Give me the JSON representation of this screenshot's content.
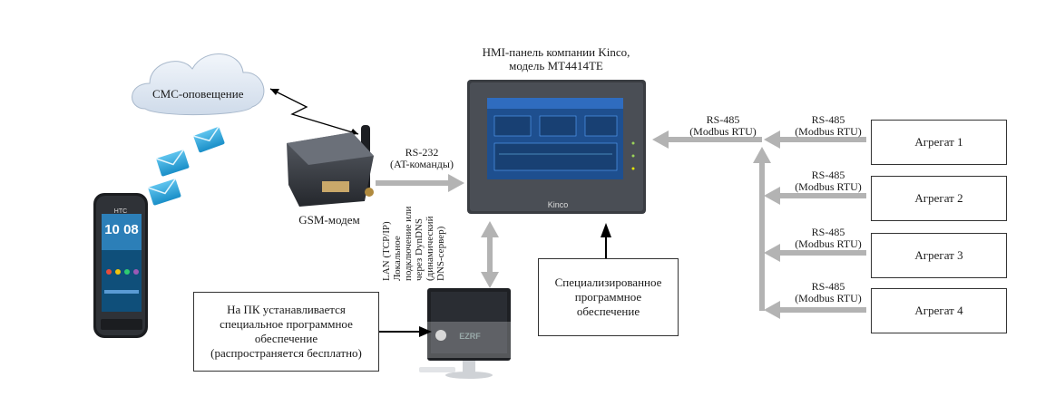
{
  "hmi_title": "HMI-панель компании Kinco,\nмодель MT4414TE",
  "hmi_brand": "Kinco",
  "sms_label": "СМС-оповещение",
  "gsm_label": "GSM-модем",
  "phone_brand": "HTC",
  "phone_time": "10 08",
  "rs232_label": "RS-232\n(AT-команды)",
  "rs485_main_label": "RS-485\n(Modbus RTU)",
  "lan_label": "LAN (TCP/IP)\nЛокальное\nподключение или\nчерез DynDNS\n(динамический\nDNS-сервер)",
  "monitor_brand": "EZRF",
  "pc_box": "На ПК устанавливается\nспециальное программное\nобеспечение\n(распространяется бесплатно)",
  "software_box": "Специализированное\nпрограммное\nобеспечение",
  "units": [
    {
      "label": "Агрегат 1",
      "link": "RS-485\n(Modbus RTU)"
    },
    {
      "label": "Агрегат 2",
      "link": "RS-485\n(Modbus RTU)"
    },
    {
      "label": "Агрегат 3",
      "link": "RS-485\n(Modbus RTU)"
    },
    {
      "label": "Агрегат 4",
      "link": "RS-485\n(Modbus RTU)"
    }
  ],
  "colors": {
    "arrow": "#b3b3b3",
    "hmi_screen": "#1e4f8f",
    "hmi_body": "#3a3d42",
    "cloud": "#dbe6f3",
    "envelope": "#2aa4dc"
  }
}
